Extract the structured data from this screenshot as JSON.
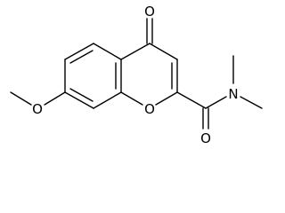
{
  "molecule": {
    "atom_labels": {
      "ketone_oxygen": "O",
      "ring_oxygen": "O",
      "amide_oxygen": "O",
      "methoxy_oxygen": "O",
      "amide_nitrogen": "N"
    },
    "colors": {
      "bond": "#000000",
      "label": "#000000",
      "background": "#ffffff"
    }
  }
}
